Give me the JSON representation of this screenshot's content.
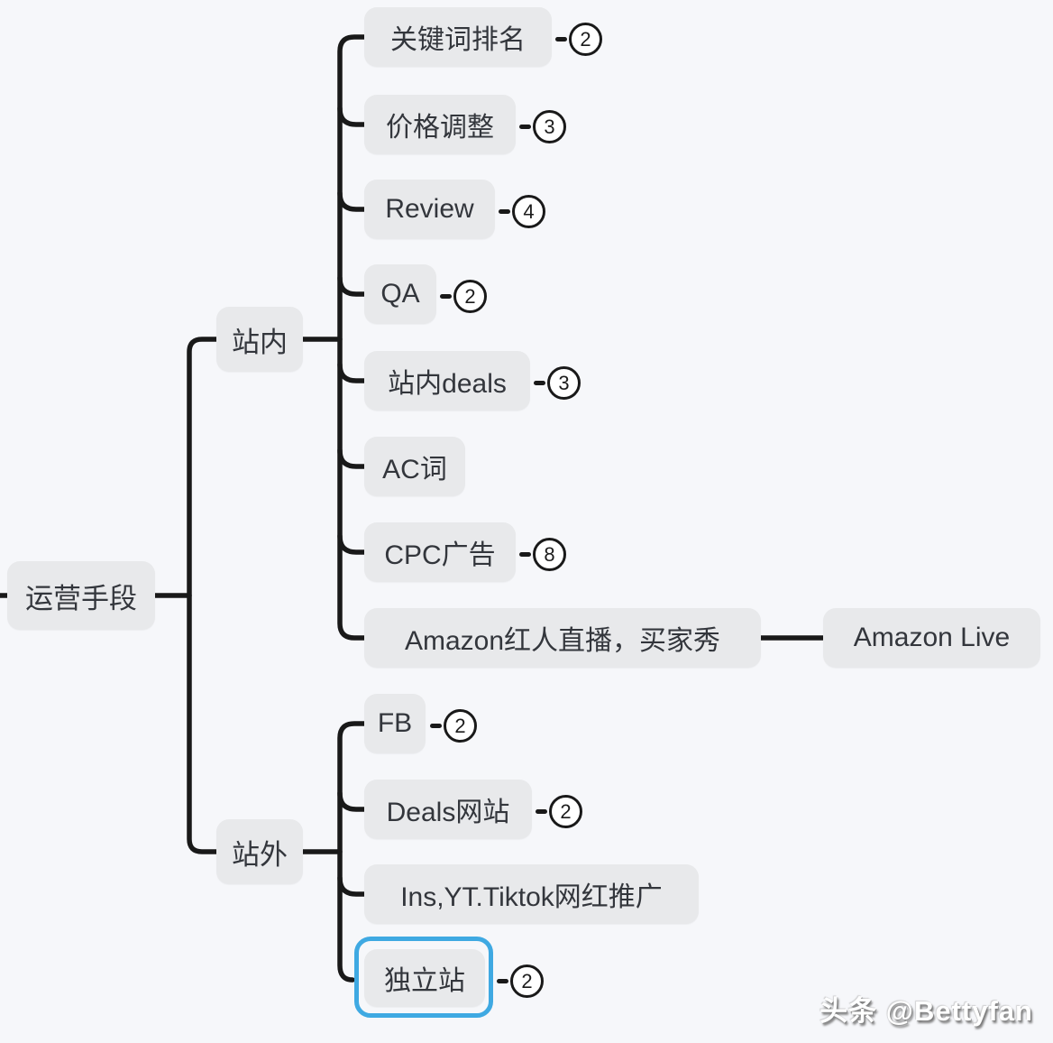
{
  "mindmap": {
    "root": {
      "label": "运营手段"
    },
    "branches": [
      {
        "label": "站内",
        "children": [
          {
            "label": "关键词排名",
            "badge": "2"
          },
          {
            "label": "价格调整",
            "badge": "3"
          },
          {
            "label": "Review",
            "badge": "4"
          },
          {
            "label": "QA",
            "badge": "2"
          },
          {
            "label": "站内deals",
            "badge": "3"
          },
          {
            "label": "AC词"
          },
          {
            "label": "CPC广告",
            "badge": "8"
          },
          {
            "label": "Amazon红人直播，买家秀",
            "children": [
              {
                "label": "Amazon Live"
              }
            ]
          }
        ]
      },
      {
        "label": "站外",
        "children": [
          {
            "label": "FB",
            "badge": "2"
          },
          {
            "label": "Deals网站",
            "badge": "2"
          },
          {
            "label": "Ins,YT.Tiktok网红推广"
          },
          {
            "label": "独立站",
            "badge": "2",
            "selected": true
          }
        ]
      }
    ]
  },
  "watermark": {
    "text": "头条 @Bettyfan"
  },
  "colors": {
    "background": "#f6f7fa",
    "node_fill": "#e8e9eb",
    "node_text": "#33363c",
    "line": "#191919",
    "selection_accent": "#3fa9e2",
    "badge_fill": "#ffffff"
  }
}
